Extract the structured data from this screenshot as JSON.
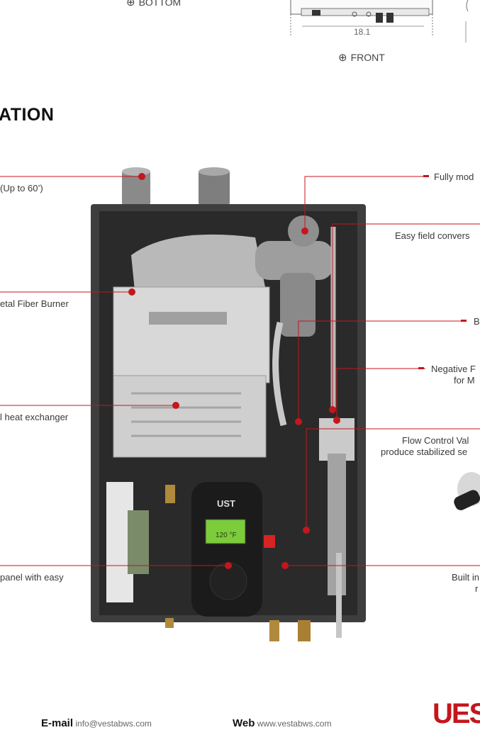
{
  "top_diagram": {
    "bottom_caption": "BOTTOM",
    "front_caption": "FRONT",
    "front_dimension": "18.1"
  },
  "section_heading": "ATION",
  "callouts": {
    "left": [
      "(Up to 60’)",
      "etal Fiber Burner",
      "l heat exchanger",
      "panel with easy"
    ],
    "right": [
      "Fully mod",
      "Easy field convers",
      "B",
      "Negative F",
      "for M",
      "Flow Control Val",
      "produce stabilized se",
      "Built in",
      "r"
    ]
  },
  "control_panel": {
    "brand": "UST",
    "display_temp": "120 °F"
  },
  "footer": {
    "email_label": "E-mail",
    "email_value": "info@vestabws.com",
    "web_label": "Web",
    "web_value": "www.vestabws.com",
    "brand_mark": "UES"
  },
  "colors": {
    "accent": "#c4161c",
    "cabinet": "#3e3e3e",
    "heading": "#111111"
  }
}
